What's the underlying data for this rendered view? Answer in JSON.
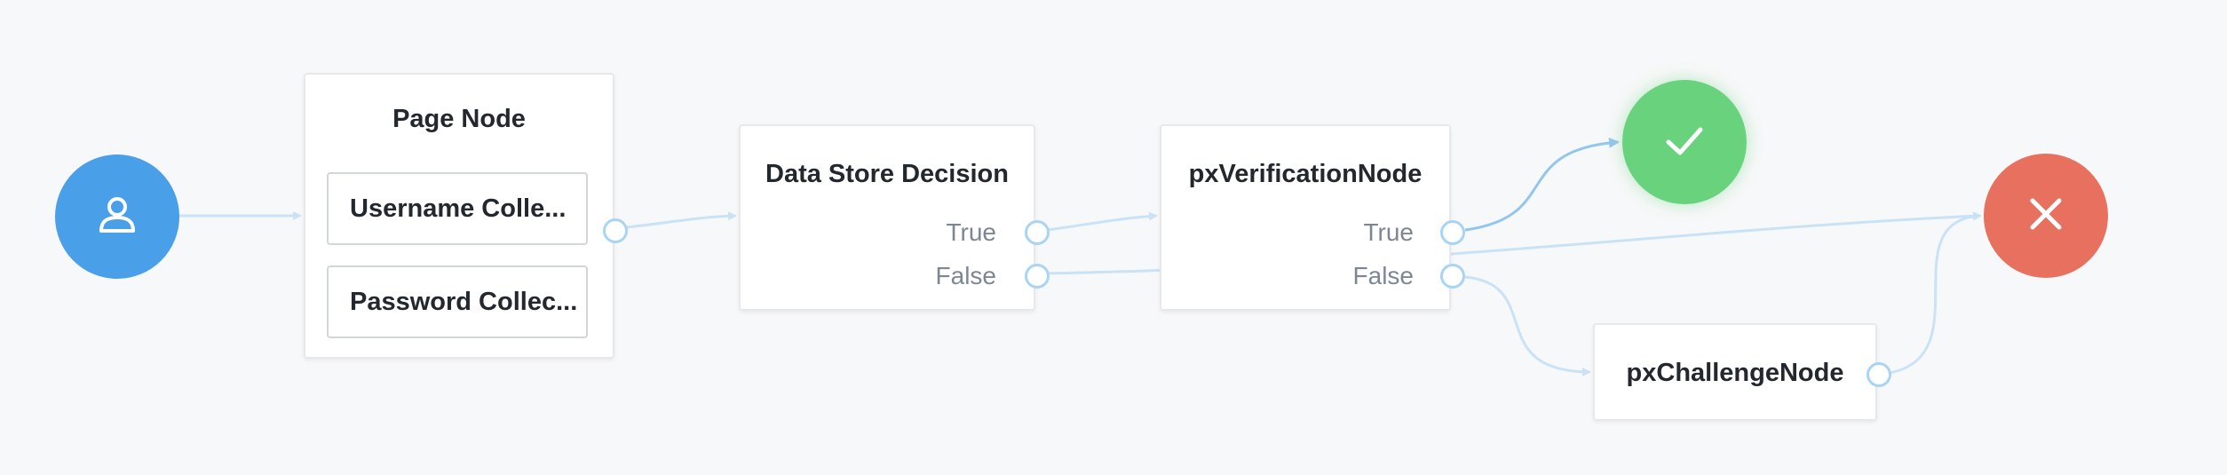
{
  "flow": {
    "start_node": {
      "icon": "user-icon",
      "color": "#4a9fe9"
    },
    "success_node": {
      "icon": "checkmark-icon",
      "color": "#69d27d"
    },
    "failure_node": {
      "icon": "close-icon",
      "color": "#e8705f"
    },
    "page_node": {
      "title": "Page Node",
      "children": [
        {
          "label": "Username Colle..."
        },
        {
          "label": "Password Collec..."
        }
      ]
    },
    "data_store_decision": {
      "title": "Data Store Decision",
      "outcomes": [
        "True",
        "False"
      ]
    },
    "px_verification_node": {
      "title": "pxVerificationNode",
      "outcomes": [
        "True",
        "False"
      ]
    },
    "px_challenge_node": {
      "title": "pxChallengeNode"
    },
    "colors": {
      "edge": "#c9e2f6",
      "edge_active": "#93c6ec",
      "port_border": "#a9d4f4"
    }
  }
}
